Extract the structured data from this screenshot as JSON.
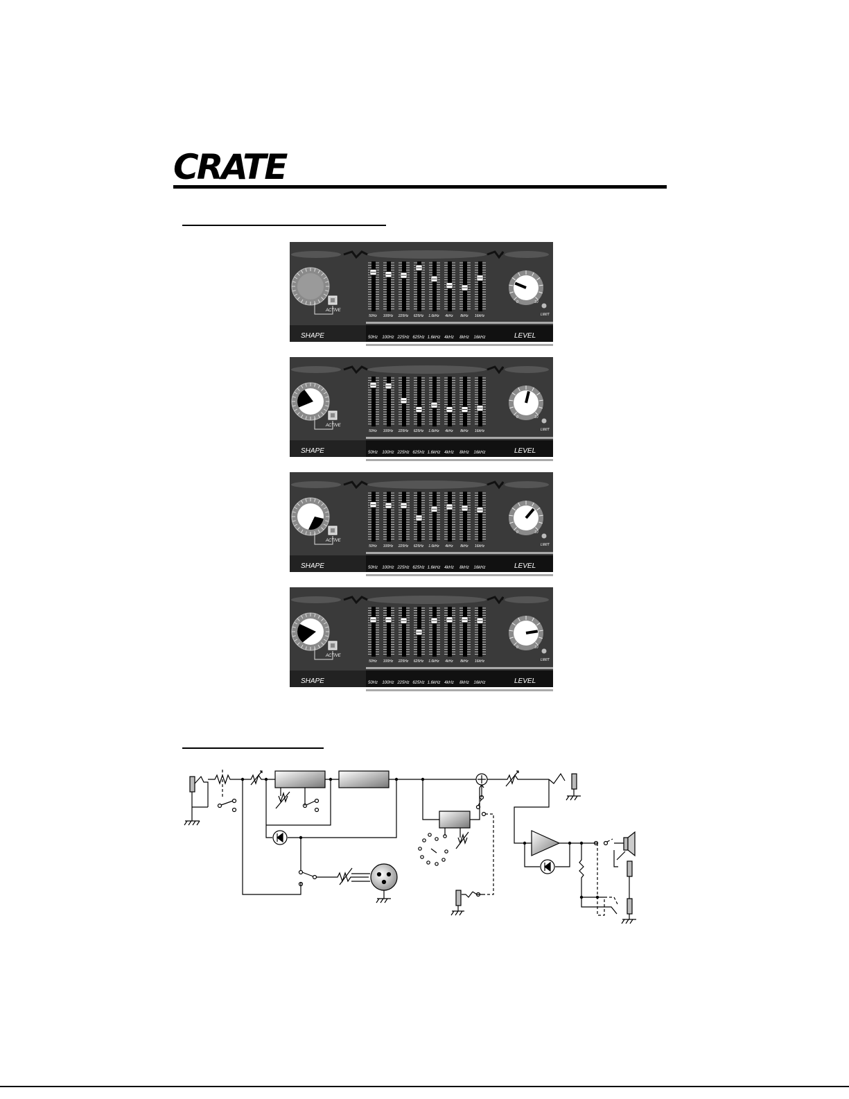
{
  "brand": {
    "logo_text": "CRATE"
  },
  "panel_labels": {
    "shape": "SHAPE",
    "level": "LEVEL",
    "active": "ACTIVE",
    "limit": "LIMIT",
    "level_scale_min": "0",
    "level_scale_max": "10"
  },
  "eq_bands": [
    "50Hz",
    "100Hz",
    "225Hz",
    "625Hz",
    "1.6kHz",
    "4kHz",
    "8kHz",
    "16kHz"
  ],
  "panels": [
    {
      "shape_fill": "none",
      "shape_level": 0,
      "level_knob": 0.25,
      "sliders": [
        0.85,
        0.8,
        0.78,
        0.95,
        0.7,
        0.55,
        0.5,
        0.72
      ]
    },
    {
      "shape_fill": "wedge-left",
      "shape_level": 0.35,
      "level_knob": 0.55,
      "sliders": [
        0.9,
        0.88,
        0.55,
        0.35,
        0.45,
        0.35,
        0.35,
        0.38
      ]
    },
    {
      "shape_fill": "wedge-bottom",
      "shape_level": 0.65,
      "level_knob": 0.65,
      "sliders": [
        0.8,
        0.78,
        0.78,
        0.5,
        0.7,
        0.75,
        0.72,
        0.68
      ]
    },
    {
      "shape_fill": "wedge-right",
      "shape_level": 0.5,
      "level_knob": 0.8,
      "sliders": [
        0.8,
        0.8,
        0.78,
        0.52,
        0.78,
        0.8,
        0.8,
        0.78
      ]
    }
  ]
}
